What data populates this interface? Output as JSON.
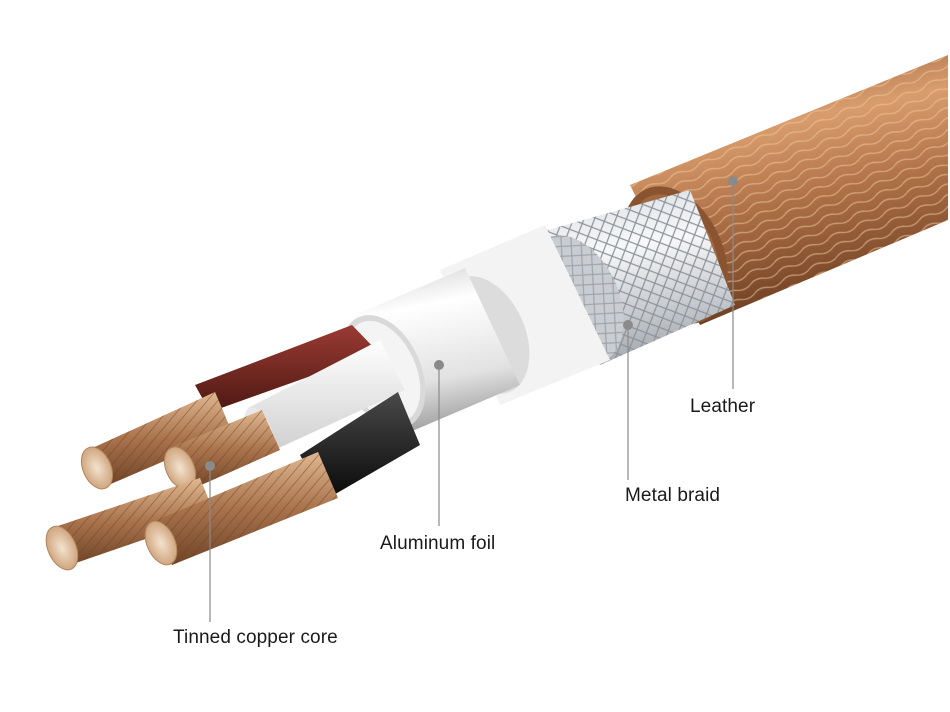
{
  "labels": {
    "leather": "Leather",
    "metal_braid": "Metal braid",
    "aluminum_foil": "Aluminum foil",
    "tinned_copper_core": "Tinned copper core"
  },
  "colors": {
    "leather": "#b87a4e",
    "leather_dark": "#7d4a2a",
    "braid": "#e9ecef",
    "foil": "#e6e6e6",
    "red_insulation": "#7a2a24",
    "black_insulation": "#1c1c1c",
    "copper": "#b98a63",
    "leader_line": "#8a8a8a"
  }
}
